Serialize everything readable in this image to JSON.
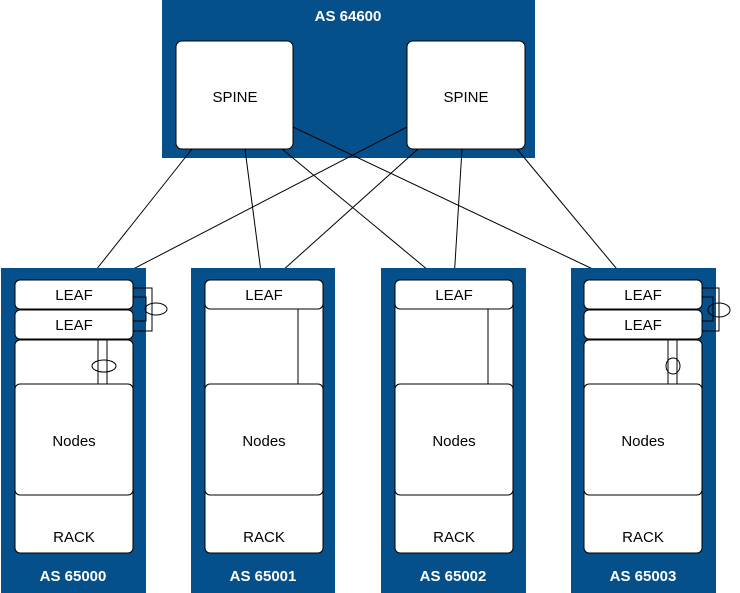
{
  "spine_as": {
    "label": "AS 64600"
  },
  "spines": [
    {
      "label": "SPINE"
    },
    {
      "label": "SPINE"
    }
  ],
  "racks": [
    {
      "as_label": "AS 65000",
      "leaves": [
        "LEAF",
        "LEAF"
      ],
      "nodes_label": "Nodes",
      "rack_label": "RACK"
    },
    {
      "as_label": "AS 65001",
      "leaves": [
        "LEAF"
      ],
      "nodes_label": "Nodes",
      "rack_label": "RACK"
    },
    {
      "as_label": "AS 65002",
      "leaves": [
        "LEAF"
      ],
      "nodes_label": "Nodes",
      "rack_label": "RACK"
    },
    {
      "as_label": "AS 65003",
      "leaves": [
        "LEAF",
        "LEAF"
      ],
      "nodes_label": "Nodes",
      "rack_label": "RACK"
    }
  ],
  "colors": {
    "as_background": "#05508a",
    "box_fill": "#ffffff",
    "line": "#000000"
  }
}
